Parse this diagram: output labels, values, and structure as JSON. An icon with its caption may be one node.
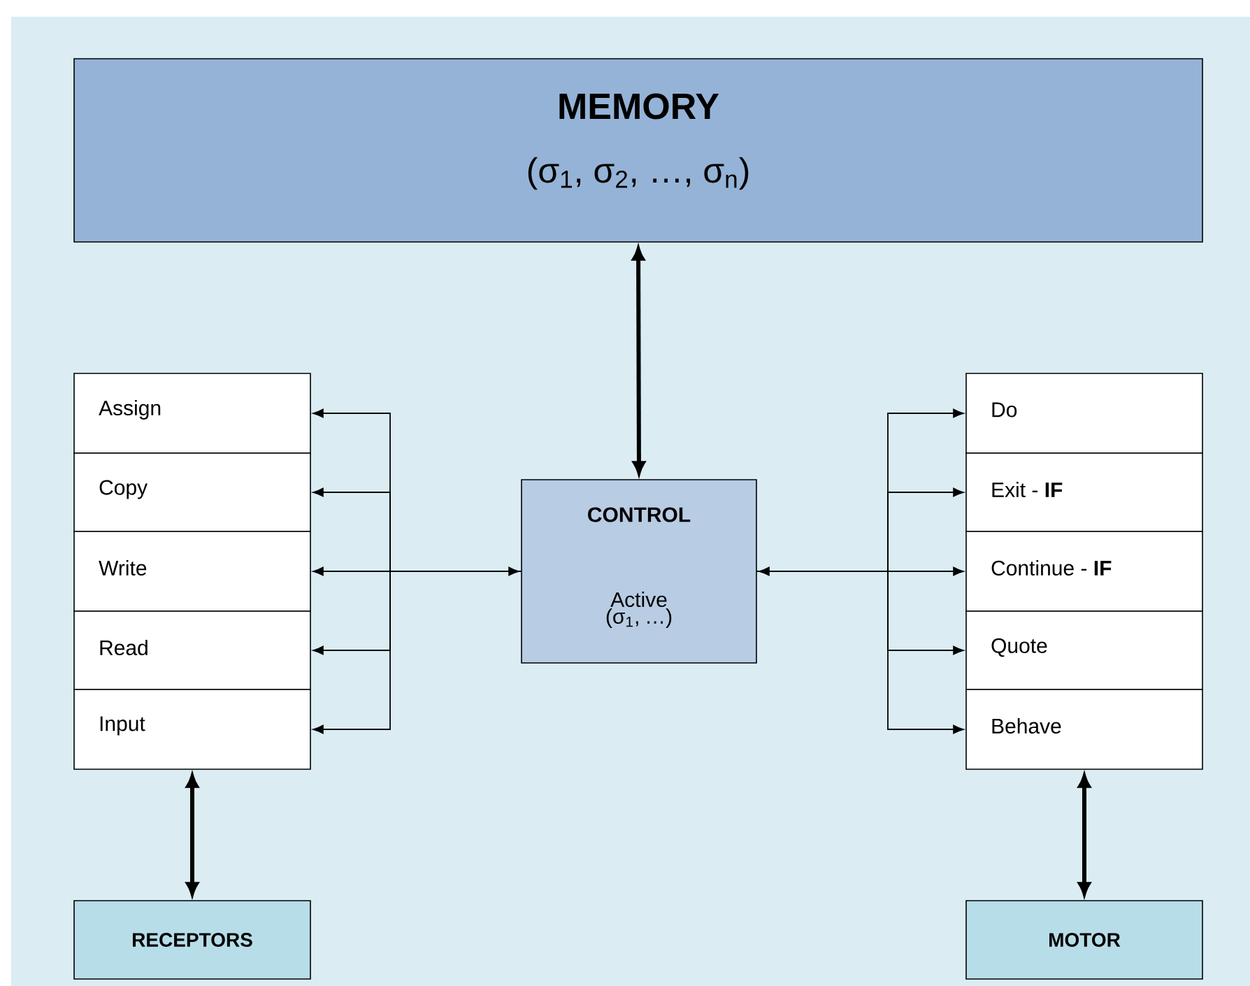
{
  "diagram": {
    "nodes": [
      {
        "text": [
          "MEMORY",
          "(σ$_{1}$, σ$_{2}$, …, σ$_{n}$)"
        ]
      },
      {
        "text": [
          "CONTROL",
          "Active (σ$_{1}$, …)"
        ]
      },
      {
        "text": [
          "Assign"
        ]
      },
      {
        "text": [
          "Copy"
        ]
      },
      {
        "text": [
          "Write"
        ]
      },
      {
        "text": [
          "Read"
        ]
      },
      {
        "text": [
          "Input"
        ]
      },
      {
        "text": [
          "Do"
        ]
      },
      {
        "text": [
          "Exit - **IF**"
        ]
      },
      {
        "text": [
          "Continue - **IF**"
        ]
      },
      {
        "text": [
          "Quote"
        ]
      },
      {
        "text": [
          "Behave"
        ]
      },
      {
        "text": [
          "RECEPTORS"
        ]
      },
      {
        "text": [
          "MOTOR"
        ]
      }
    ],
    "edges": [
      {
        "from": 0,
        "to": 1,
        "arrow": "both",
        "style": "thick"
      },
      {
        "from": 1,
        "to": 2,
        "arrow": "to"
      },
      {
        "from": 1,
        "to": 3,
        "arrow": "to"
      },
      {
        "from": 1,
        "to": 4,
        "arrow": "both"
      },
      {
        "from": 1,
        "to": 5,
        "arrow": "to"
      },
      {
        "from": 1,
        "to": 6,
        "arrow": "to"
      },
      {
        "from": 1,
        "to": 7,
        "arrow": "to"
      },
      {
        "from": 1,
        "to": 8,
        "arrow": "to"
      },
      {
        "from": 1,
        "to": 9,
        "arrow": "both"
      },
      {
        "from": 1,
        "to": 10,
        "arrow": "to"
      },
      {
        "from": 1,
        "to": 11,
        "arrow": "to"
      },
      {
        "from": 6,
        "to": 12,
        "arrow": "both",
        "style": "thick"
      },
      {
        "from": 11,
        "to": 13,
        "arrow": "both",
        "style": "thick"
      }
    ]
  }
}
